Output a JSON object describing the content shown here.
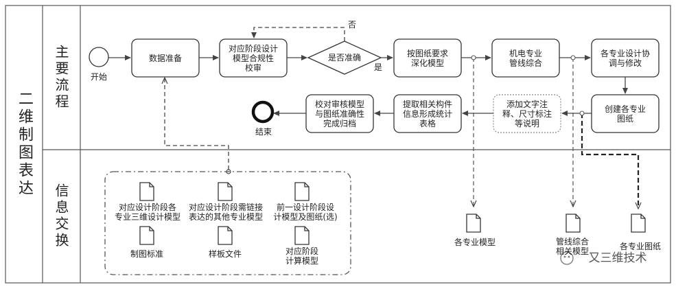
{
  "pool_title": "二维制图表达",
  "lanes": {
    "main": "主要流程",
    "info": "信息交换"
  },
  "nodes": {
    "start": "开始",
    "data_prep": "数据准备",
    "compliance_check": "对应阶段设计\n模型合规性\n校审",
    "gateway": "是否准确",
    "deepen": "按图纸要求\n深化模型",
    "mep": "机电专业\n管线综合",
    "coordinate": "各专业设计协\n调与修改",
    "create_drawings": "创建各专业\n图纸",
    "annotate": "添加文字注\n释、尺寸标注\n等说明",
    "stats": "提取相关构件\n信息形成统计\n表格",
    "archive": "校对审核模型\n与图纸准确性\n完成归档",
    "end": "结束"
  },
  "flow_labels": {
    "no": "否",
    "yes": "是"
  },
  "input_docs": [
    "对应设计阶段各\n专业三维设计模型",
    "对应设计阶段需链接\n表达的其他专业模型",
    "前一设计阶段设\n计模型及图纸(选)",
    "制图标准",
    "样板文件",
    "对应阶段\n计算模型"
  ],
  "output_docs": [
    "各专业模型",
    "管线综合\n相关模型",
    "各专业图纸"
  ],
  "watermark": "又三维技术"
}
